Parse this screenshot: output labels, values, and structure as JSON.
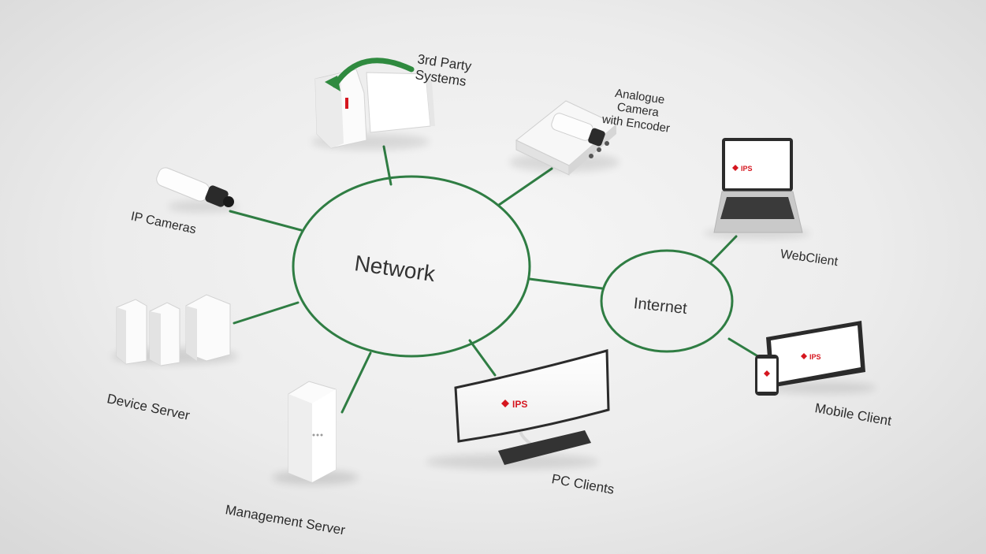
{
  "colors": {
    "link": "#2f7d43",
    "accent_red": "#d5161f",
    "device_white": "#fbfbfb",
    "device_shade": "#e1e1e1",
    "background": "#e9e9e9"
  },
  "hubs": {
    "network": "Network",
    "internet": "Internet"
  },
  "nodes": {
    "third_party": {
      "line1": "3rd Party",
      "line2": "Systems"
    },
    "analogue": {
      "line1": "Analogue",
      "line2": "Camera",
      "line3": "with Encoder"
    },
    "ip_cameras": "IP Cameras",
    "device_server": "Device Server",
    "management_server": "Management Server",
    "pc_clients": "PC Clients",
    "webclient": "WebClient",
    "mobile_client": "Mobile Client"
  },
  "brand": {
    "logo_text": "IPS"
  }
}
